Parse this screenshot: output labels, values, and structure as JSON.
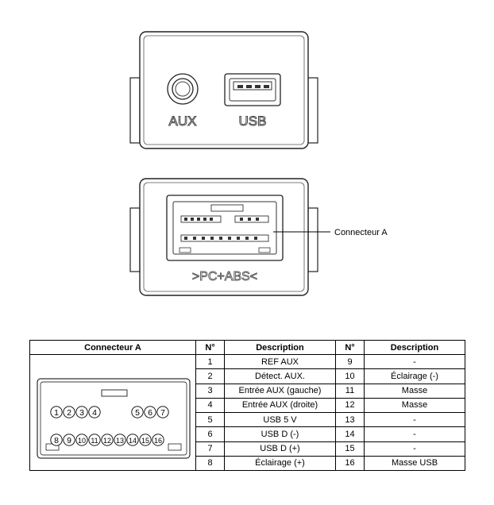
{
  "top_view": {
    "aux_label": "AUX",
    "usb_label": "USB"
  },
  "rear_view": {
    "material_marking": ">PC+ABS<",
    "callout_label": "Connecteur A"
  },
  "pin_table": {
    "connector_header": "Connecteur A",
    "no_header": "N°",
    "desc_header": "Description",
    "rows": [
      {
        "no_left": "1",
        "desc_left": "REF AUX",
        "no_right": "9",
        "desc_right": "-"
      },
      {
        "no_left": "2",
        "desc_left": "Détect. AUX.",
        "no_right": "10",
        "desc_right": "Éclairage (-)"
      },
      {
        "no_left": "3",
        "desc_left": "Entrée AUX (gauche)",
        "no_right": "11",
        "desc_right": "Masse"
      },
      {
        "no_left": "4",
        "desc_left": "Entrée AUX (droite)",
        "no_right": "12",
        "desc_right": "Masse"
      },
      {
        "no_left": "5",
        "desc_left": "USB 5 V",
        "no_right": "13",
        "desc_right": "-"
      },
      {
        "no_left": "6",
        "desc_left": "USB D (-)",
        "no_right": "14",
        "desc_right": "-"
      },
      {
        "no_left": "7",
        "desc_left": "USB D (+)",
        "no_right": "15",
        "desc_right": "-"
      },
      {
        "no_left": "8",
        "desc_left": "Éclairage (+)",
        "no_right": "16",
        "desc_right": "Masse USB"
      }
    ],
    "pins_top": [
      "1",
      "2",
      "3",
      "4",
      "5",
      "6",
      "7"
    ],
    "pins_bottom": [
      "8",
      "9",
      "10",
      "11",
      "12",
      "13",
      "14",
      "15",
      "16"
    ]
  }
}
